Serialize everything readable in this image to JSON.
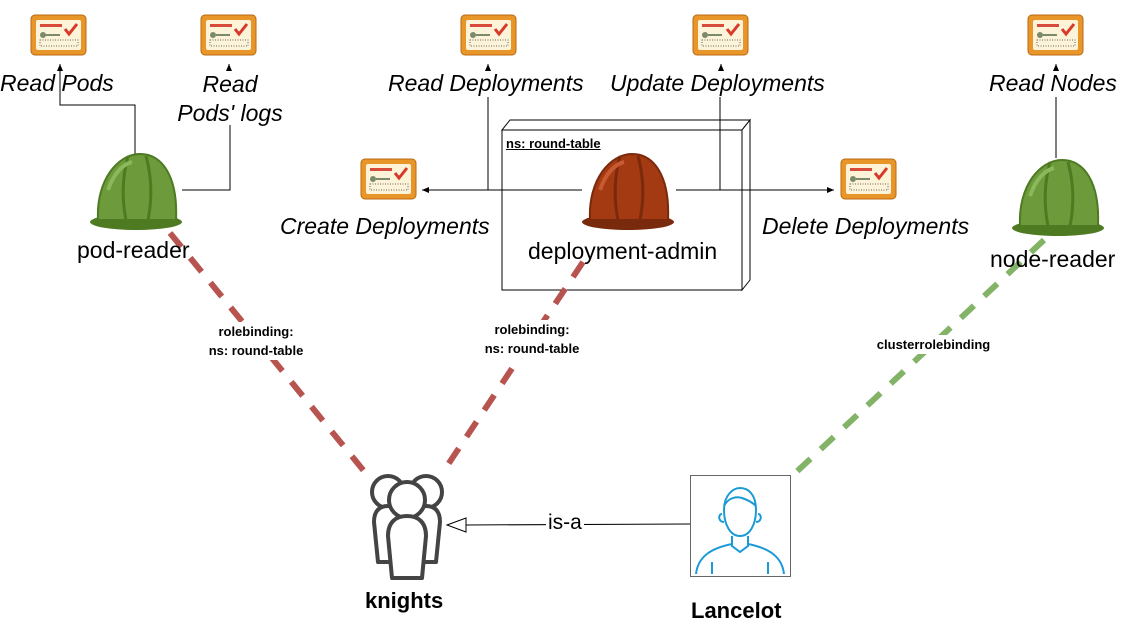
{
  "permissions": {
    "read_pods": "Read Pods",
    "read_pods_logs": "Read\nPods' logs",
    "read_deployments": "Read Deployments",
    "update_deployments": "Update Deployments",
    "read_nodes": "Read Nodes",
    "create_deployments": "Create Deployments",
    "delete_deployments": "Delete Deployments"
  },
  "roles": {
    "pod_reader": "pod-reader",
    "deployment_admin": "deployment-admin",
    "node_reader": "node-reader"
  },
  "namespace_box": {
    "label": "ns: round-table"
  },
  "bindings": {
    "pod_reader": "rolebinding:\nns: round-table",
    "deployment_admin": "rolebinding:\nns: round-table",
    "node_reader": "clusterrolebinding"
  },
  "subjects": {
    "group": "knights",
    "user": "Lancelot",
    "relation": "is-a"
  },
  "colors": {
    "rolebinding_line": "#b85450",
    "clusterrolebinding_line": "#82b366",
    "green_helmet": "#6d9a3a",
    "red_helmet": "#a33a12",
    "cert_frame": "#e8962a",
    "user_icon": "#1a9ad6",
    "group_icon": "#444444"
  },
  "icons": {
    "permission": "certificate-icon",
    "role": "helmet-icon",
    "group": "group-icon",
    "user": "user-icon"
  }
}
